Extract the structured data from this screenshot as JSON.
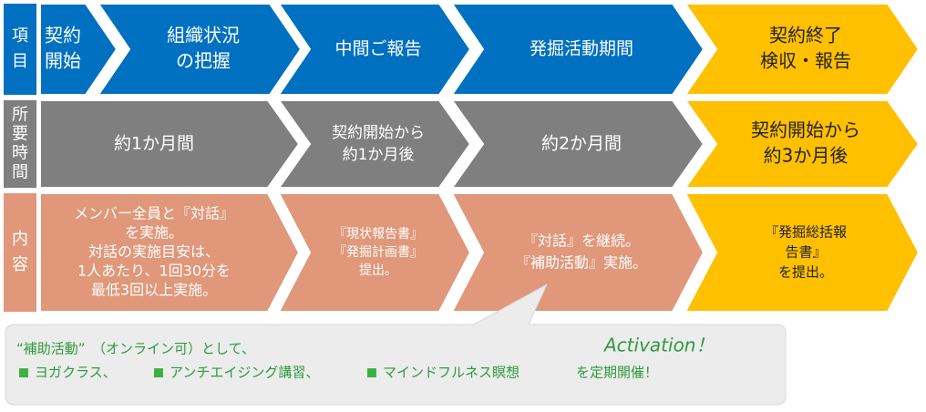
{
  "rows": [
    {
      "header": [
        "項",
        "目"
      ],
      "steps": [
        {
          "lines": [
            "契約",
            "開始"
          ]
        },
        {
          "lines": [
            "組織状況",
            "の把握"
          ]
        },
        {
          "lines": [
            "中間ご報告"
          ]
        },
        {
          "lines": [
            "発掘活動期間"
          ]
        },
        {
          "lines": [
            "契約終了",
            "検収・報告"
          ]
        }
      ]
    },
    {
      "header": [
        "所",
        "要",
        "時",
        "間"
      ],
      "steps": [
        {
          "lines": [
            "約1か月間"
          ]
        },
        {
          "lines": [
            "契約開始から",
            "約1か月後"
          ]
        },
        {
          "lines": [
            "約2か月間"
          ]
        },
        {
          "lines": [
            "契約開始から",
            "約3か月後"
          ]
        }
      ]
    },
    {
      "header": [
        "内",
        "容"
      ],
      "steps": [
        {
          "lines": [
            "メンバー全員と『対話』",
            "を実施。",
            "対話の実施目安は、",
            "1人あたり、1回30分を",
            "最低3回以上実施。"
          ]
        },
        {
          "lines": [
            "『現状報告書』",
            "『発掘計画書』",
            "提出。"
          ]
        },
        {
          "lines": [
            "『対話』を継続。",
            "『補助活動』実施。"
          ]
        },
        {
          "lines": [
            "『発掘総括報",
            "告書』",
            "を提出。"
          ]
        }
      ]
    }
  ],
  "callout": {
    "line1": "“補助活動”　（オンライン可）として、",
    "items": [
      "ヨガクラス、",
      "アンチエイジング講習、",
      "マインドフルネス瞑想"
    ],
    "tail": "を定期開催！",
    "bullet": "■",
    "accent": "Activation！"
  },
  "colors": {
    "blue": "#0070c0",
    "gray": "#7f7f7f",
    "salmon": "#e0977a",
    "yellow": "#ffc000",
    "callout_bg": "#ececec",
    "green_text": "#2e9a3c",
    "bullet": "#3cb043"
  }
}
